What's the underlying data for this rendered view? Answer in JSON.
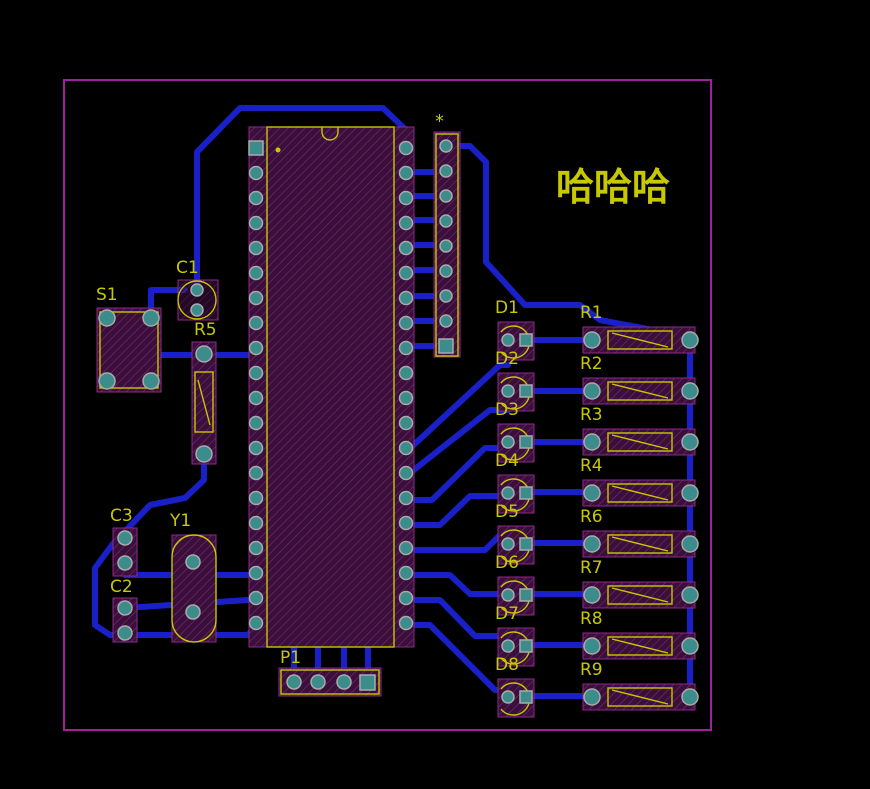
{
  "board": {
    "title_text": "哈哈哈",
    "colors": {
      "background": "#000000",
      "outline": "#a020a0",
      "trace": "#1a20c8",
      "silkscreen": "#c8c800",
      "pad": "#3c8c8c",
      "component_area": "#8b2a8b"
    }
  },
  "components": {
    "c1": "C1",
    "s1": "S1",
    "r5": "R5",
    "c3": "C3",
    "y1": "Y1",
    "c2": "C2",
    "p1": "P1",
    "header_mark": "*",
    "leds": [
      "D1",
      "D2",
      "D3",
      "D4",
      "D5",
      "D6",
      "D7",
      "D8"
    ],
    "resistors": [
      "R1",
      "R2",
      "R3",
      "R4",
      "R6",
      "R7",
      "R8",
      "R9"
    ]
  }
}
